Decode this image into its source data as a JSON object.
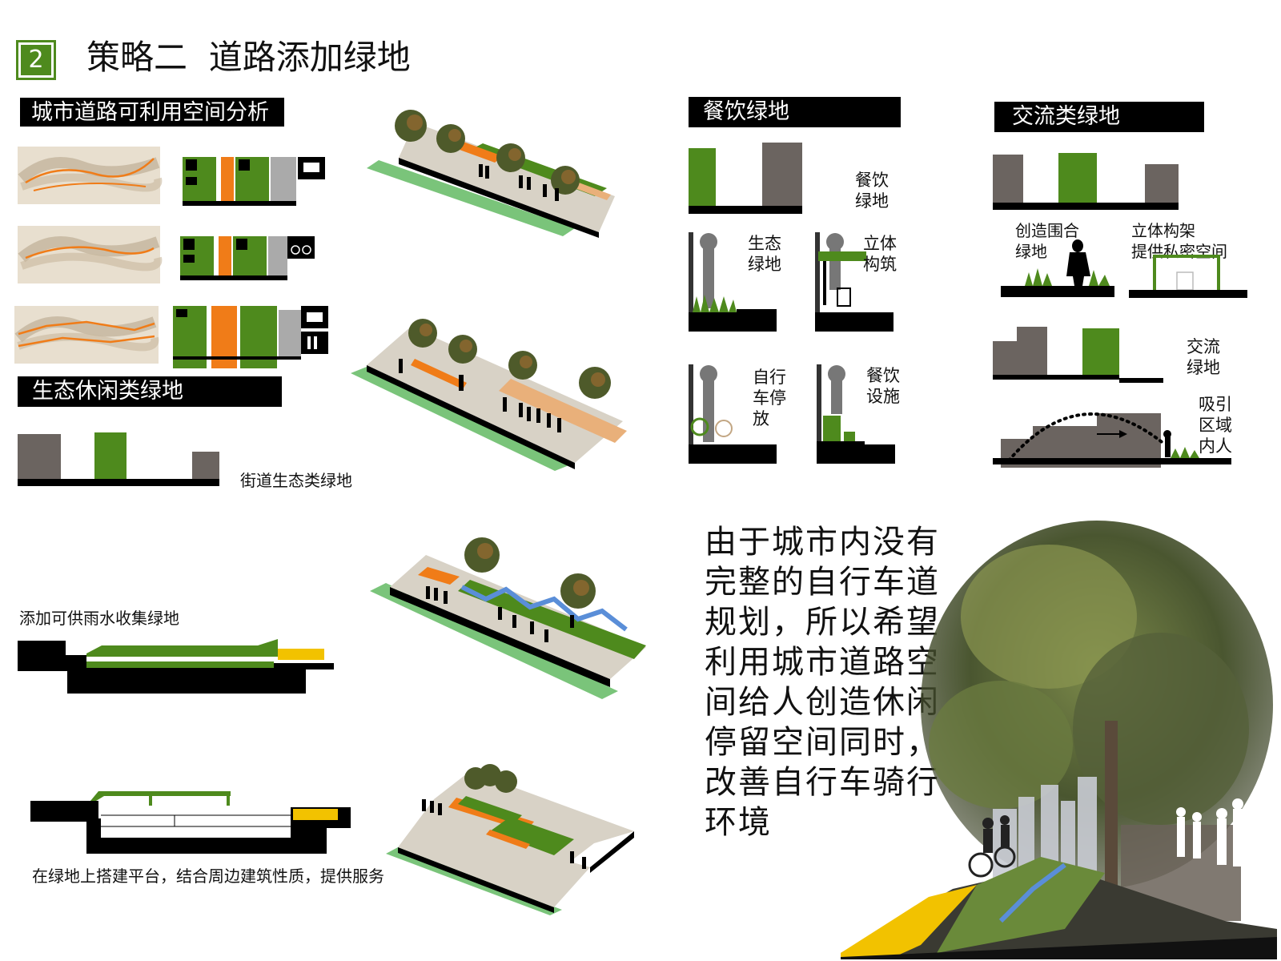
{
  "header": {
    "number": "2",
    "title": "策略二  道路添加绿地"
  },
  "sections": {
    "road_space": "城市道路可利用空间分析",
    "eco_leisure": "生态休闲类绿地",
    "dining": "餐饮绿地",
    "exchange": "交流类绿地"
  },
  "labels": {
    "street_eco": "街道生态类绿地",
    "rainwater": "添加可供雨水收集绿地",
    "platform": "在绿地上搭建平台，结合周边建筑性质，提供服务"
  },
  "dining_items": [
    {
      "id": "dining-greenspace",
      "text": "餐饮\n绿地"
    },
    {
      "id": "eco-greenspace",
      "text": "生态\n绿地"
    },
    {
      "id": "3d-structure",
      "text": "立体\n构筑"
    },
    {
      "id": "bike-parking",
      "text": "自行\n车停\n放"
    },
    {
      "id": "dining-facility",
      "text": "餐饮\n设施"
    }
  ],
  "exchange_items": [
    {
      "id": "enclosed-greenspace",
      "text": "创造围合\n绿地"
    },
    {
      "id": "private-space",
      "text": "立体构架\n提供私密空间"
    },
    {
      "id": "exchange-greenspace",
      "text": "交流\n绿地"
    },
    {
      "id": "attract-people",
      "text": "吸引\n区域\n内人"
    }
  ],
  "paragraph": "由于城市内没有完整的自行车道规划，所以希望利用城市道路空间给人创造休闲停留空间同时，改善自行车骑行环境",
  "colors": {
    "green": "#4e8a1d",
    "lightgreen": "#7ac47a",
    "orange": "#f07c18",
    "gray": "#6b6460",
    "black": "#000000",
    "yellow": "#f2c200",
    "paleorange": "#e9b07a"
  }
}
